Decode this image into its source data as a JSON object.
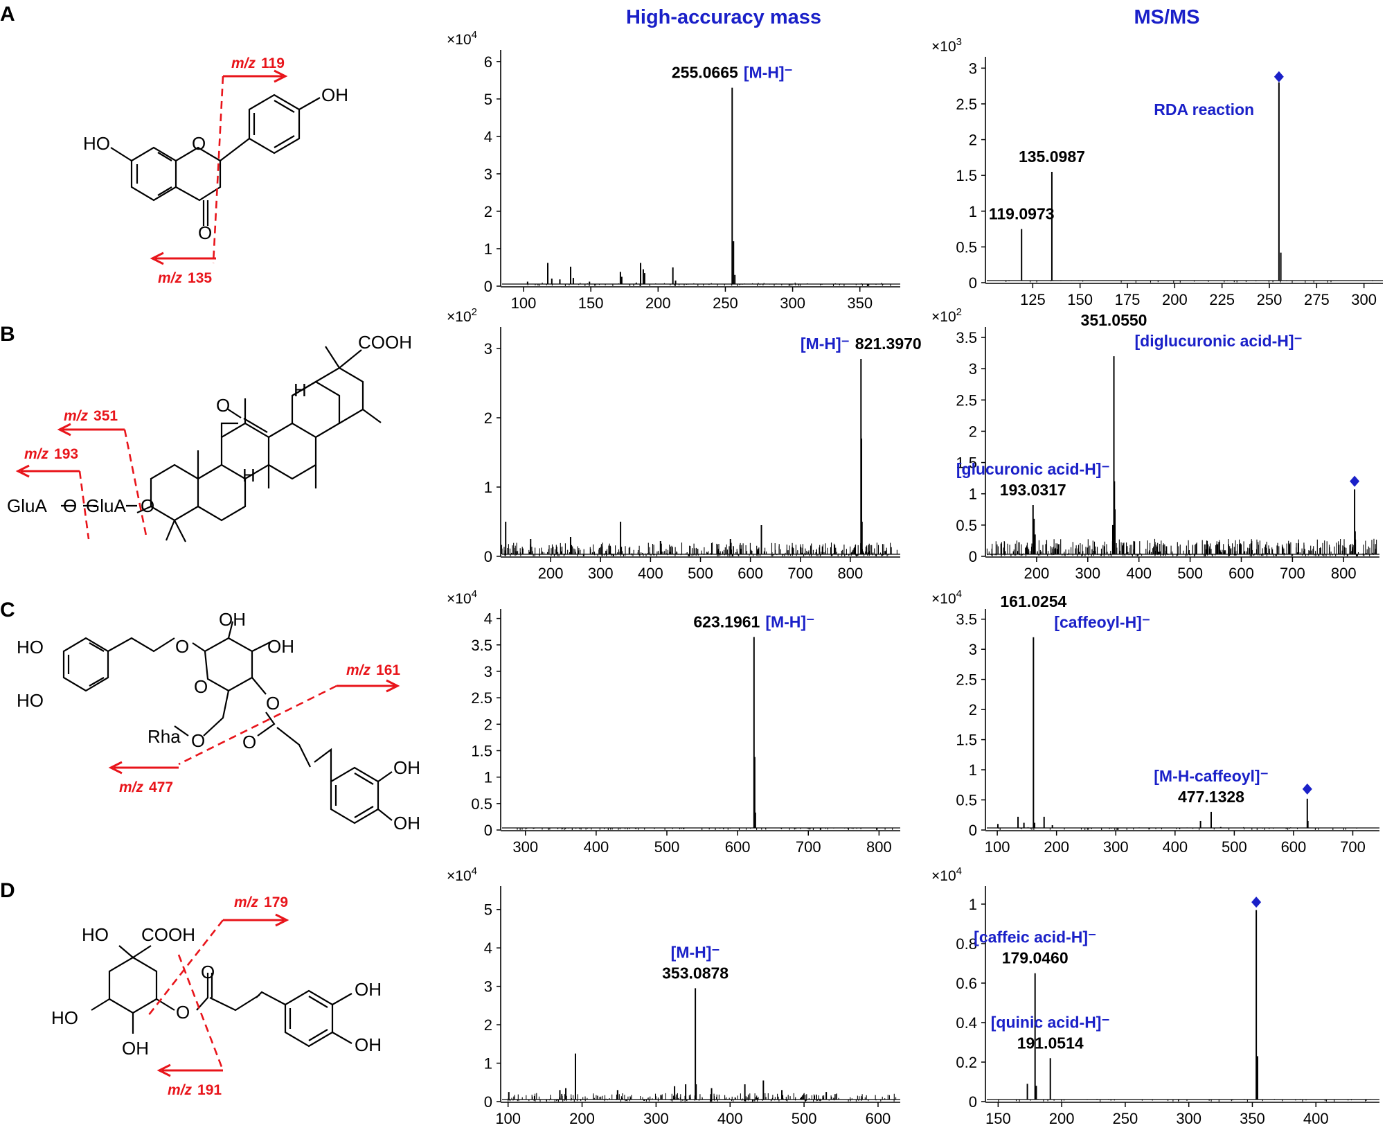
{
  "column_titles": {
    "hrms": "High-accuracy mass",
    "msms": "MS/MS"
  },
  "panels": [
    {
      "letter": "A",
      "structure": {
        "substituents": [
          "HO",
          "OH",
          "O",
          "O"
        ],
        "fragments": [
          {
            "label": "m/z",
            "value": "119"
          },
          {
            "label": "m/z",
            "value": "135"
          }
        ]
      }
    },
    {
      "letter": "B",
      "structure": {
        "substituents": [
          "COOH",
          "O",
          "H",
          "H",
          "GluA",
          "O",
          "GluA",
          "O"
        ],
        "fragments": [
          {
            "label": "m/z",
            "value": "351"
          },
          {
            "label": "m/z",
            "value": "193"
          }
        ]
      }
    },
    {
      "letter": "C",
      "structure": {
        "substituents": [
          "OH",
          "OH",
          "HO",
          "HO",
          "O",
          "O",
          "O",
          "O",
          "Rha",
          "O",
          "OH",
          "OH"
        ],
        "fragments": [
          {
            "label": "m/z",
            "value": "161"
          },
          {
            "label": "m/z",
            "value": "477"
          }
        ]
      }
    },
    {
      "letter": "D",
      "structure": {
        "substituents": [
          "HO",
          "COOH",
          "HO",
          "OH",
          "O",
          "O",
          "OH",
          "OH"
        ],
        "fragments": [
          {
            "label": "m/z",
            "value": "179"
          },
          {
            "label": "m/z",
            "value": "191"
          }
        ]
      }
    }
  ],
  "chart_data": [
    {
      "id": "A-hrms",
      "type": "bar",
      "panel": "A",
      "kind": "High-accuracy mass",
      "multiplier": {
        "base": "×10",
        "exp": "4"
      },
      "xlim": [
        83,
        380
      ],
      "ylim": [
        0,
        6.2
      ],
      "xticks": [
        100,
        150,
        200,
        250,
        300,
        350
      ],
      "yticks": [
        0,
        1,
        2,
        3,
        4,
        5,
        6
      ],
      "peaks": [
        [
          103,
          0.12
        ],
        [
          118,
          0.62
        ],
        [
          121,
          0.2
        ],
        [
          127,
          0.18
        ],
        [
          135,
          0.52
        ],
        [
          137,
          0.22
        ],
        [
          149,
          0.12
        ],
        [
          172,
          0.38
        ],
        [
          173,
          0.25
        ],
        [
          187,
          0.62
        ],
        [
          189,
          0.45
        ],
        [
          190,
          0.35
        ],
        [
          211,
          0.5
        ],
        [
          213,
          0.15
        ],
        [
          255.07,
          5.3
        ],
        [
          256.07,
          1.2
        ],
        [
          257.07,
          0.3
        ]
      ],
      "noise": {
        "seed": 11,
        "from": 100,
        "to": 375,
        "count": 110,
        "max": 0.1
      },
      "labels": [
        {
          "x": 255.07,
          "y": 5.3,
          "num": "255.0665",
          "ion": "[M-H]⁻",
          "order": "num-ion",
          "layout": "inline"
        }
      ],
      "precursor": null
    },
    {
      "id": "A-msms",
      "type": "bar",
      "panel": "A",
      "kind": "MS/MS",
      "multiplier": {
        "base": "×10",
        "exp": "3"
      },
      "xlim": [
        100,
        310
      ],
      "ylim": [
        0,
        3.1
      ],
      "xticks": [
        125,
        150,
        175,
        200,
        225,
        250,
        275,
        300
      ],
      "yticks": [
        0,
        0.5,
        1,
        1.5,
        2,
        2.5,
        3
      ],
      "peaks": [
        [
          119.1,
          0.75
        ],
        [
          135.1,
          1.55
        ],
        [
          255.07,
          2.8
        ],
        [
          256.07,
          0.42
        ],
        [
          165,
          0.03
        ],
        [
          190,
          0.03
        ]
      ],
      "noise": {
        "seed": 12,
        "from": 105,
        "to": 305,
        "count": 40,
        "max": 0.03
      },
      "labels": [
        {
          "x": 135.1,
          "y": 1.55,
          "num": "135.0987",
          "ion": "",
          "order": "num-ion",
          "layout": "inline"
        },
        {
          "x": 119.1,
          "y": 0.75,
          "num": "119.0973",
          "ion": "",
          "order": "num-ion",
          "layout": "inline"
        }
      ],
      "annotation": "RDA reaction",
      "precursor": {
        "x": 255.07,
        "y": 2.88
      }
    },
    {
      "id": "B-hrms",
      "type": "bar",
      "panel": "B",
      "kind": "High-accuracy mass",
      "multiplier": {
        "base": "×10",
        "exp": "2"
      },
      "xlim": [
        100,
        900
      ],
      "ylim": [
        0,
        3.25
      ],
      "xticks": [
        200,
        300,
        400,
        500,
        600,
        700,
        800
      ],
      "yticks": [
        0,
        1,
        2,
        3
      ],
      "peaks": [
        [
          110,
          0.5
        ],
        [
          160,
          0.25
        ],
        [
          240,
          0.28
        ],
        [
          340,
          0.5
        ],
        [
          420,
          0.22
        ],
        [
          560,
          0.25
        ],
        [
          622,
          0.45
        ],
        [
          821.4,
          2.85
        ],
        [
          822.4,
          1.7
        ],
        [
          823.4,
          0.5
        ]
      ],
      "noise": {
        "seed": 21,
        "from": 102,
        "to": 895,
        "count": 520,
        "max": 0.2
      },
      "labels": [
        {
          "x": 821.4,
          "y": 2.85,
          "num": "821.3970",
          "ion": "[M-H]⁻",
          "order": "ion-num",
          "layout": "inline"
        }
      ],
      "precursor": null
    },
    {
      "id": "B-msms",
      "type": "bar",
      "panel": "B",
      "kind": "MS/MS",
      "multiplier": {
        "base": "×10",
        "exp": "2"
      },
      "xlim": [
        100,
        870
      ],
      "ylim": [
        0,
        3.6
      ],
      "xticks": [
        200,
        300,
        400,
        500,
        600,
        700,
        800
      ],
      "yticks": [
        0,
        0.5,
        1,
        1.5,
        2,
        2.5,
        3,
        3.5
      ],
      "peaks": [
        [
          193.03,
          0.82
        ],
        [
          195,
          0.6
        ],
        [
          197,
          0.35
        ],
        [
          349,
          0.5
        ],
        [
          351.06,
          3.2
        ],
        [
          352.06,
          1.2
        ],
        [
          353.06,
          0.75
        ],
        [
          821.4,
          1.07
        ],
        [
          822.4,
          0.4
        ]
      ],
      "noise": {
        "seed": 22,
        "from": 102,
        "to": 865,
        "count": 560,
        "max": 0.28
      },
      "labels": [
        {
          "x": 351.06,
          "y": 3.2,
          "num": "351.0550",
          "ion": "[diglucuronic acid-H]⁻",
          "order": "num-ion",
          "layout": "stack-num-first"
        },
        {
          "x": 193.03,
          "y": 0.82,
          "num": "193.0317",
          "ion": "[glucuronic acid-H]⁻",
          "order": "ion-num",
          "layout": "stack-ion-first"
        }
      ],
      "precursor": {
        "x": 821.4,
        "y": 1.2
      }
    },
    {
      "id": "C-hrms",
      "type": "bar",
      "panel": "C",
      "kind": "High-accuracy mass",
      "multiplier": {
        "base": "×10",
        "exp": "4"
      },
      "xlim": [
        265,
        830
      ],
      "ylim": [
        0,
        4.1
      ],
      "xticks": [
        300,
        400,
        500,
        600,
        700,
        800
      ],
      "yticks": [
        0,
        0.5,
        1,
        1.5,
        2,
        2.5,
        3,
        3.5,
        4
      ],
      "peaks": [
        [
          623.2,
          3.65
        ],
        [
          624.2,
          1.38
        ],
        [
          625.2,
          0.33
        ]
      ],
      "noise": {
        "seed": 31,
        "from": 270,
        "to": 825,
        "count": 90,
        "max": 0.03
      },
      "labels": [
        {
          "x": 623.2,
          "y": 3.65,
          "num": "623.1961",
          "ion": "[M-H]⁻",
          "order": "num-ion",
          "layout": "inline"
        }
      ],
      "precursor": null
    },
    {
      "id": "C-msms",
      "type": "bar",
      "panel": "C",
      "kind": "MS/MS",
      "multiplier": {
        "base": "×10",
        "exp": "4"
      },
      "xlim": [
        80,
        745
      ],
      "ylim": [
        0,
        3.6
      ],
      "xticks": [
        100,
        200,
        300,
        400,
        500,
        600,
        700
      ],
      "yticks": [
        0,
        0.5,
        1,
        1.5,
        2,
        2.5,
        3,
        3.5
      ],
      "peaks": [
        [
          101,
          0.1
        ],
        [
          135,
          0.22
        ],
        [
          145,
          0.12
        ],
        [
          161.03,
          3.2
        ],
        [
          163,
          0.12
        ],
        [
          179,
          0.22
        ],
        [
          193,
          0.08
        ],
        [
          443,
          0.15
        ],
        [
          461,
          0.3
        ],
        [
          477.13,
          0.05
        ],
        [
          623.2,
          0.52
        ],
        [
          624.2,
          0.15
        ]
      ],
      "noise": {
        "seed": 32,
        "from": 100,
        "to": 720,
        "count": 70,
        "max": 0.05
      },
      "labels": [
        {
          "x": 161.03,
          "y": 3.2,
          "num": "161.0254",
          "ion": "[caffeoyl-H]⁻",
          "order": "num-ion",
          "layout": "stack-num-first"
        },
        {
          "x": 461,
          "y": 0.3,
          "num": "477.1328",
          "ion": "[M-H-caffeoyl]⁻",
          "order": "ion-num",
          "layout": "stack-ion-first"
        }
      ],
      "precursor": {
        "x": 623.2,
        "y": 0.68
      }
    },
    {
      "id": "D-hrms",
      "type": "bar",
      "panel": "D",
      "kind": "High-accuracy mass",
      "multiplier": {
        "base": "×10",
        "exp": "4"
      },
      "xlim": [
        90,
        630
      ],
      "ylim": [
        0,
        5.5
      ],
      "xticks": [
        100,
        200,
        300,
        400,
        500,
        600
      ],
      "yticks": [
        0,
        1,
        2,
        3,
        4,
        5
      ],
      "peaks": [
        [
          101,
          0.25
        ],
        [
          170,
          0.3
        ],
        [
          178,
          0.35
        ],
        [
          191.05,
          1.25
        ],
        [
          248,
          0.3
        ],
        [
          325,
          0.4
        ],
        [
          340,
          0.45
        ],
        [
          353.09,
          2.95
        ],
        [
          354.09,
          0.45
        ],
        [
          375,
          0.35
        ],
        [
          420,
          0.45
        ],
        [
          445,
          0.55
        ],
        [
          470,
          0.3
        ],
        [
          530,
          0.25
        ]
      ],
      "noise": {
        "seed": 41,
        "from": 100,
        "to": 625,
        "count": 340,
        "max": 0.22
      },
      "labels": [
        {
          "x": 353.09,
          "y": 2.95,
          "num": "353.0878",
          "ion": "[M-H]⁻",
          "order": "ion-num",
          "layout": "stack-ion-first"
        }
      ],
      "precursor": null
    },
    {
      "id": "D-msms",
      "type": "bar",
      "panel": "D",
      "kind": "MS/MS",
      "multiplier": {
        "base": "×10",
        "exp": "4"
      },
      "xlim": [
        140,
        450
      ],
      "ylim": [
        0,
        1.07
      ],
      "xticks": [
        150,
        200,
        250,
        300,
        350,
        400
      ],
      "yticks": [
        0,
        0.2,
        0.4,
        0.6,
        0.8,
        1
      ],
      "peaks": [
        [
          173,
          0.09
        ],
        [
          179.05,
          0.65
        ],
        [
          180,
          0.08
        ],
        [
          191.05,
          0.22
        ],
        [
          353.09,
          0.97
        ],
        [
          354.09,
          0.23
        ]
      ],
      "noise": {
        "seed": 42,
        "from": 145,
        "to": 445,
        "count": 60,
        "max": 0.015
      },
      "labels": [
        {
          "x": 179.05,
          "y": 0.65,
          "num": "179.0460",
          "ion": "[caffeic acid-H]⁻",
          "order": "ion-num",
          "layout": "stack-ion-first"
        },
        {
          "x": 191.05,
          "y": 0.22,
          "num": "191.0514",
          "ion": "[quinic acid-H]⁻",
          "order": "ion-num",
          "layout": "stack-ion-first"
        }
      ],
      "precursor": {
        "x": 353.09,
        "y": 1.01
      }
    }
  ]
}
